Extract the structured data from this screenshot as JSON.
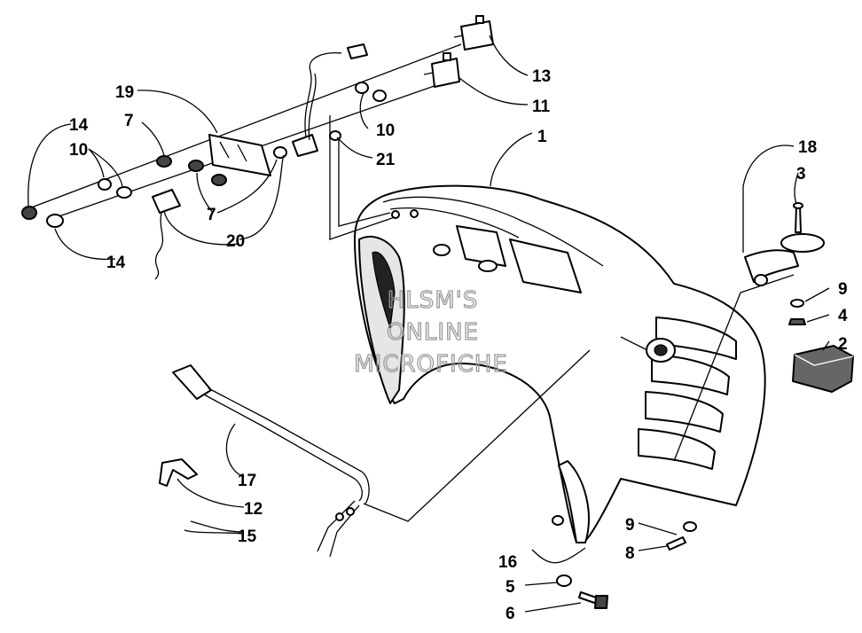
{
  "watermark": {
    "line1": "HLSM'S",
    "line2": "ONLINE",
    "line3": "MICROFICHE"
  },
  "callouts": {
    "c1": "1",
    "c2": "2",
    "c3": "3",
    "c4": "4",
    "c5": "5",
    "c6": "6",
    "c7a": "7",
    "c7b": "7",
    "c8": "8",
    "c9a": "9",
    "c9b": "9",
    "c10a": "10",
    "c10b": "10",
    "c11": "11",
    "c12": "12",
    "c13": "13",
    "c14a": "14",
    "c14b": "14",
    "c15": "15",
    "c16": "16",
    "c17": "17",
    "c18": "18",
    "c19": "19",
    "c20": "20",
    "c21": "21"
  }
}
